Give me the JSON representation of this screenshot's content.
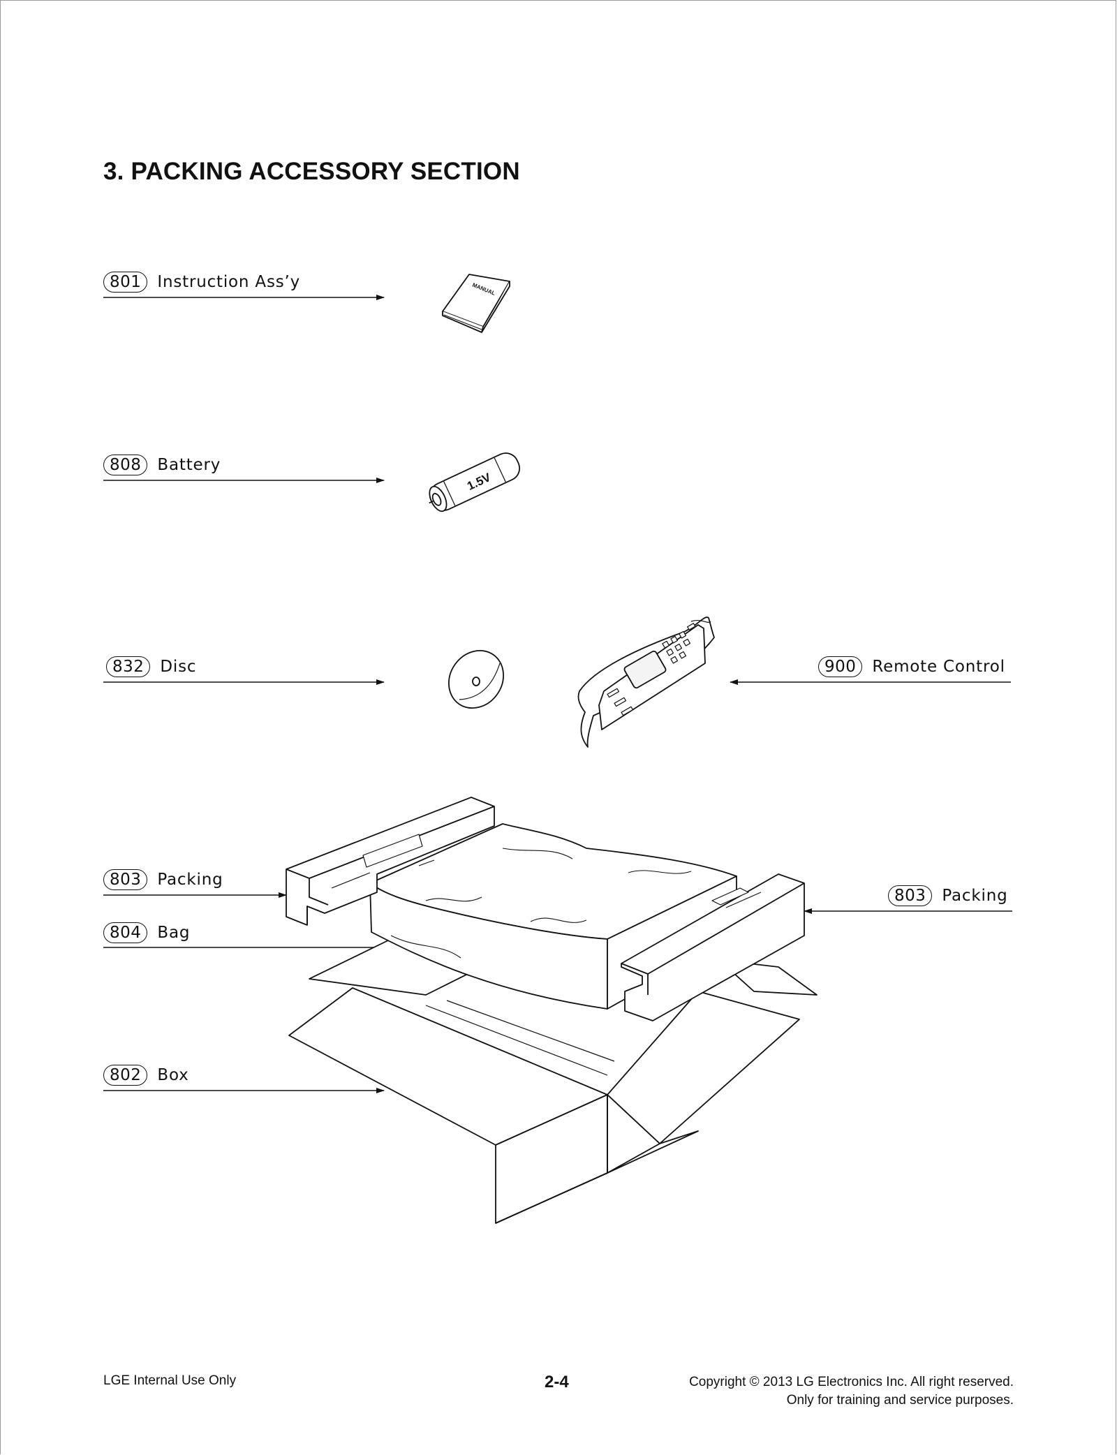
{
  "title": "3. PACKING ACCESSORY SECTION",
  "callouts": [
    {
      "num": "801",
      "label": "Instruction Ass’y"
    },
    {
      "num": "808",
      "label": "Battery"
    },
    {
      "num": "832",
      "label": "Disc"
    },
    {
      "num": "900",
      "label": "Remote Control"
    },
    {
      "num": "803",
      "label": "Packing"
    },
    {
      "num": "804",
      "label": "Bag"
    },
    {
      "num": "802",
      "label": "Box"
    },
    {
      "num": "803",
      "label": "Packing"
    }
  ],
  "illustrations": {
    "manual_text": "MANUAL",
    "battery_text": "1.5V"
  },
  "footer": {
    "left": "LGE Internal Use Only",
    "page_number": "2-4",
    "copyright_line1": "Copyright © 2013 LG Electronics Inc. All right reserved.",
    "copyright_line2": "Only for training and service purposes."
  }
}
